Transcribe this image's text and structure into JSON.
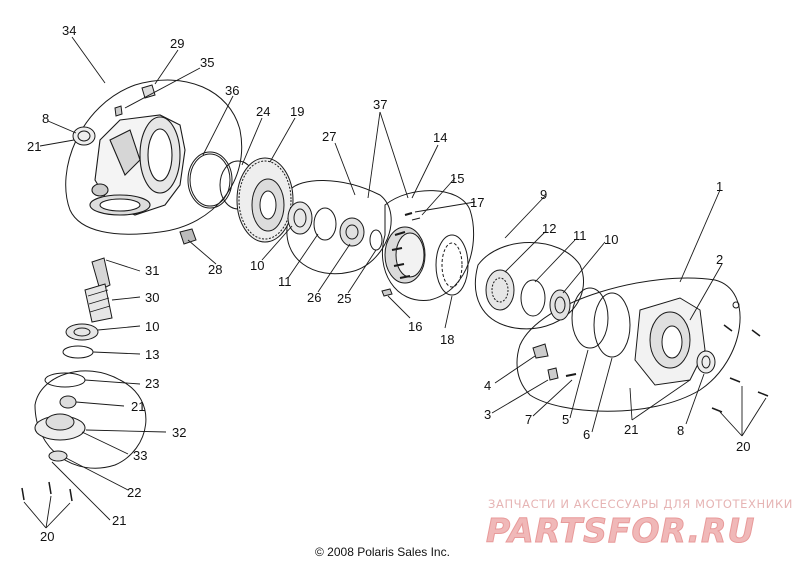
{
  "callouts": [
    {
      "id": "c34",
      "text": "34"
    },
    {
      "id": "c29",
      "text": "29"
    },
    {
      "id": "c35",
      "text": "35"
    },
    {
      "id": "c36",
      "text": "36"
    },
    {
      "id": "c24",
      "text": "24"
    },
    {
      "id": "c19",
      "text": "19"
    },
    {
      "id": "c37",
      "text": "37"
    },
    {
      "id": "c27",
      "text": "27"
    },
    {
      "id": "c14",
      "text": "14"
    },
    {
      "id": "c15",
      "text": "15"
    },
    {
      "id": "c17",
      "text": "17"
    },
    {
      "id": "c9",
      "text": "9"
    },
    {
      "id": "c1",
      "text": "1"
    },
    {
      "id": "c2",
      "text": "2"
    },
    {
      "id": "c8a",
      "text": "8"
    },
    {
      "id": "c21a",
      "text": "21"
    },
    {
      "id": "c28",
      "text": "28"
    },
    {
      "id": "c10a",
      "text": "10"
    },
    {
      "id": "c11a",
      "text": "11"
    },
    {
      "id": "c26",
      "text": "26"
    },
    {
      "id": "c25",
      "text": "25"
    },
    {
      "id": "c12",
      "text": "12"
    },
    {
      "id": "c11b",
      "text": "11"
    },
    {
      "id": "c10b",
      "text": "10"
    },
    {
      "id": "c31",
      "text": "31"
    },
    {
      "id": "c30",
      "text": "30"
    },
    {
      "id": "c10c",
      "text": "10"
    },
    {
      "id": "c13",
      "text": "13"
    },
    {
      "id": "c23",
      "text": "23"
    },
    {
      "id": "c21b",
      "text": "21"
    },
    {
      "id": "c32",
      "text": "32"
    },
    {
      "id": "c33",
      "text": "33"
    },
    {
      "id": "c22",
      "text": "22"
    },
    {
      "id": "c21c",
      "text": "21"
    },
    {
      "id": "c20a",
      "text": "20"
    },
    {
      "id": "c16",
      "text": "16"
    },
    {
      "id": "c18",
      "text": "18"
    },
    {
      "id": "c4",
      "text": "4"
    },
    {
      "id": "c3",
      "text": "3"
    },
    {
      "id": "c7",
      "text": "7"
    },
    {
      "id": "c5",
      "text": "5"
    },
    {
      "id": "c6",
      "text": "6"
    },
    {
      "id": "c21d",
      "text": "21"
    },
    {
      "id": "c8b",
      "text": "8"
    },
    {
      "id": "c20b",
      "text": "20"
    }
  ],
  "watermark": {
    "tagline": "ЗАПЧАСТИ И АКСЕССУАРЫ ДЛЯ МОТОТЕХНИКИ",
    "logo": "PARTSFOR.RU"
  },
  "copyright": "© 2008 Polaris Sales Inc."
}
